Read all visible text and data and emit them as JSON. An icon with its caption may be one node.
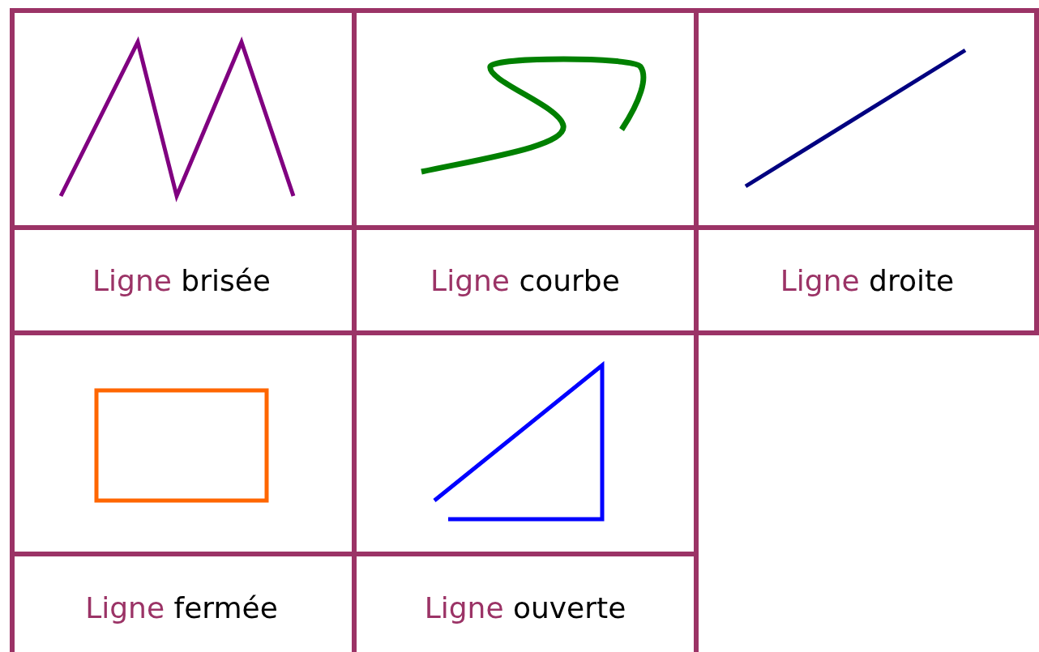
{
  "diagram": {
    "labels": [
      "Ligne brisée",
      "Ligne courbe",
      "Ligne droite",
      "Ligne fermée",
      "Ligne ouverte"
    ]
  }
}
